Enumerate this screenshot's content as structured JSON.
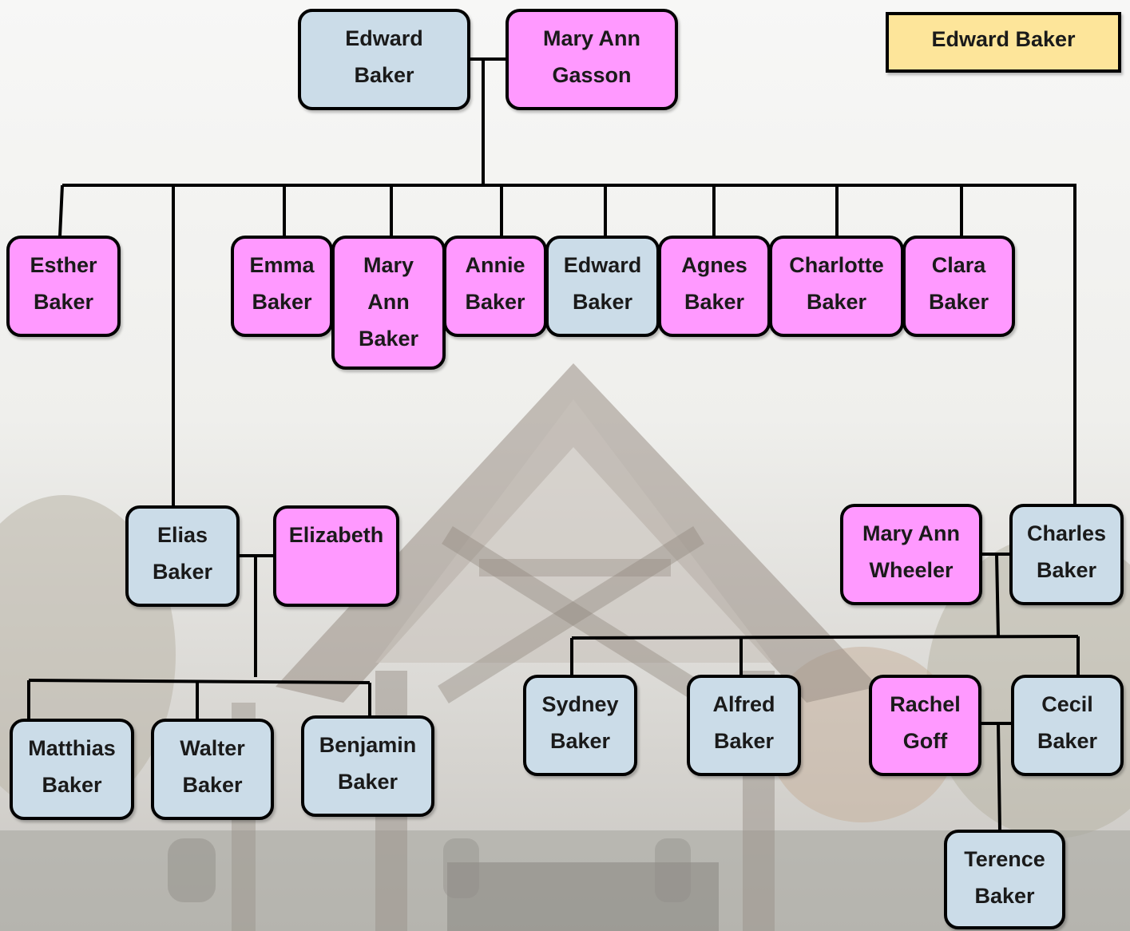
{
  "title": "Edward Baker",
  "colors": {
    "male": "#cbdce8",
    "female": "#ff99ff",
    "title_box": "#fde59a",
    "border": "#000000"
  },
  "people": {
    "edward_sr": {
      "name": "Edward\nBaker",
      "sex": "male"
    },
    "mary_ann_gasson": {
      "name": "Mary Ann\nGasson",
      "sex": "female"
    },
    "esther": {
      "name": "Esther\nBaker",
      "sex": "female"
    },
    "emma": {
      "name": "Emma\nBaker",
      "sex": "female"
    },
    "mary_ann": {
      "name": "Mary\nAnn\nBaker",
      "sex": "female"
    },
    "annie": {
      "name": "Annie\nBaker",
      "sex": "female"
    },
    "edward_jr": {
      "name": "Edward\nBaker",
      "sex": "male"
    },
    "agnes": {
      "name": "Agnes\nBaker",
      "sex": "female"
    },
    "charlotte": {
      "name": "Charlotte\nBaker",
      "sex": "female"
    },
    "clara": {
      "name": "Clara\nBaker",
      "sex": "female"
    },
    "elias": {
      "name": "Elias\nBaker",
      "sex": "male"
    },
    "elizabeth": {
      "name": "Elizabeth",
      "sex": "female"
    },
    "mary_ann_wheeler": {
      "name": "Mary Ann\nWheeler",
      "sex": "female"
    },
    "charles": {
      "name": "Charles\nBaker",
      "sex": "male"
    },
    "matthias": {
      "name": "Matthias\nBaker",
      "sex": "male"
    },
    "walter": {
      "name": "Walter\nBaker",
      "sex": "male"
    },
    "benjamin": {
      "name": "Benjamin\nBaker",
      "sex": "male"
    },
    "sydney": {
      "name": "Sydney\nBaker",
      "sex": "male"
    },
    "alfred": {
      "name": "Alfred\nBaker",
      "sex": "male"
    },
    "rachel_goff": {
      "name": "Rachel\nGoff",
      "sex": "female"
    },
    "cecil": {
      "name": "Cecil\nBaker",
      "sex": "male"
    },
    "terence": {
      "name": "Terence\nBaker",
      "sex": "male"
    }
  }
}
